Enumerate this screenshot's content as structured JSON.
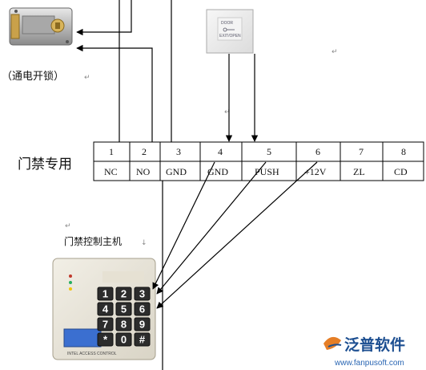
{
  "lock_caption": "（通电开锁）",
  "table_title": "门禁专用",
  "controller_caption": "门禁控制主机",
  "terminals": [
    {
      "num": "1",
      "label": "NC"
    },
    {
      "num": "2",
      "label": "NO"
    },
    {
      "num": "3",
      "label": "GND"
    },
    {
      "num": "4",
      "label": "GND"
    },
    {
      "num": "5",
      "label": "PUSH"
    },
    {
      "num": "6",
      "label": "+12V"
    },
    {
      "num": "7",
      "label": "ZL"
    },
    {
      "num": "8",
      "label": "CD"
    }
  ],
  "button_labels": {
    "top": "DOOR",
    "bottom": "EXIT/OPEN"
  },
  "keypad_keys": [
    "1",
    "2",
    "3",
    "4",
    "5",
    "6",
    "7",
    "8",
    "9",
    "*",
    "0",
    "#"
  ],
  "device_brand": "INTEL ACCESS CONTROL",
  "logo": {
    "name": "泛普软件",
    "url": "www.fanpusoft.com"
  },
  "colors": {
    "line": "#000000",
    "logo": "#1d4f91",
    "lcd": "#3b6fd0"
  }
}
